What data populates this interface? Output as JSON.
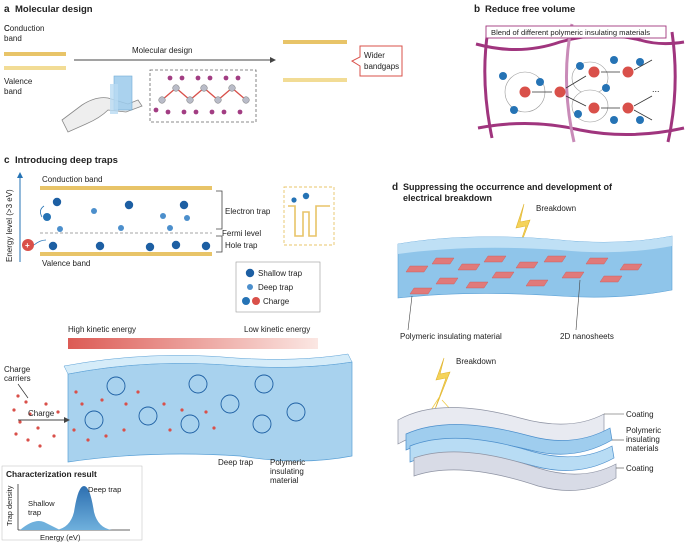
{
  "panels": {
    "a": {
      "letter": "a",
      "title": "Molecular design",
      "conduction_band": "Conduction\nband",
      "valence_band": "Valence\nband",
      "arrow_label": "Molecular design",
      "callout": "Wider\nbandgaps"
    },
    "b": {
      "letter": "b",
      "title": "Reduce free volume",
      "blend_label": "Blend of different polymeric insulating materials",
      "ellipsis": "..."
    },
    "c": {
      "letter": "c",
      "title": "Introducing deep traps",
      "conduction_band": "Conduction band",
      "valence_band": "Valence band",
      "electron_trap": "Electron trap",
      "fermi_level": "Fermi level",
      "hole_trap": "Hole trap",
      "y_axis": "Energy level (>3 eV)",
      "legend": {
        "shallow": "Shallow trap",
        "deep": "Deep trap",
        "charge": "Charge"
      },
      "high_ke": "High kinetic energy",
      "low_ke": "Low kinetic energy",
      "charge_carriers": "Charge\ncarriers",
      "charge": "Charge",
      "deep_trap": "Deep trap",
      "polymeric": "Polymeric\ninsulating\nmaterial"
    },
    "char": {
      "title": "Characterization result",
      "ylabel": "Trap density",
      "xlabel": "Energy (eV)",
      "shallow": "Shallow\ntrap",
      "deep": "Deep trap"
    },
    "d": {
      "letter": "d",
      "title": "Suppressing the occurrence and development of\nelectrical breakdown",
      "breakdown_top": "Breakdown",
      "polymeric": "Polymeric insulating material",
      "nanosheets": "2D nanosheets",
      "breakdown_bottom": "Breakdown",
      "coating_top": "Coating",
      "polymeric_layers": "Polymeric\ninsulating\nmaterials",
      "coating_bottom": "Coating"
    }
  },
  "colors": {
    "band": "#e8c468",
    "band_light": "#f2dc95",
    "purple": "#a0357e",
    "purple_light": "#c98bb8",
    "blue": "#2573b5",
    "red": "#d9504a",
    "sheet": "#e07a7a",
    "slab": "#a8d2ee"
  }
}
